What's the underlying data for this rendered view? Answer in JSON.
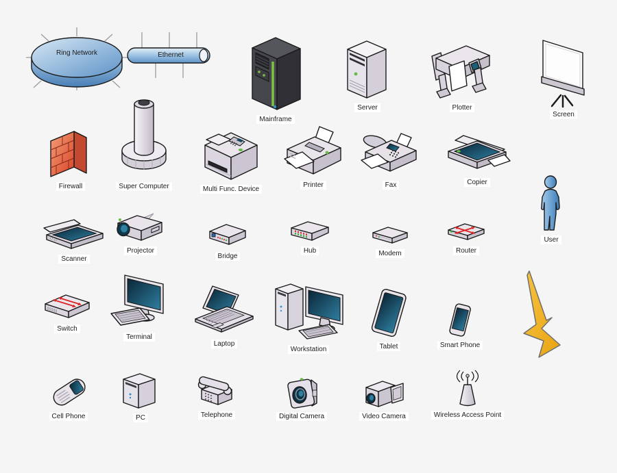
{
  "colors": {
    "background": "#f5f5f6",
    "node_blue_light": "#d6e7f4",
    "node_blue": "#5e93c8",
    "device_body_light": "#e8e4ea",
    "device_body_shade": "#c7c0cd",
    "screen_teal_dark": "#0a2637",
    "screen_teal": "#2f7fa0",
    "mainframe_gray": "#46464d",
    "indicator_green": "#66bb44",
    "mainframe_stripe_green": "#7dc242",
    "firewall_red": "#d94226",
    "arrow_red": "#dd2222",
    "lightning_gold": "#eead12",
    "user_blue": "#3c7cb8",
    "outline": "#1a1a1a",
    "label_text": "#1c1c1c",
    "label_background": "#ffffff"
  },
  "items": [
    {
      "id": "ring-network",
      "label": "Ring Network",
      "icon": "ring-network-icon"
    },
    {
      "id": "ethernet",
      "label": "Ethernet",
      "icon": "ethernet-icon"
    },
    {
      "id": "mainframe",
      "label": "Mainframe",
      "icon": "mainframe-icon"
    },
    {
      "id": "server",
      "label": "Server",
      "icon": "server-icon"
    },
    {
      "id": "plotter",
      "label": "Plotter",
      "icon": "plotter-icon"
    },
    {
      "id": "screen",
      "label": "Screen",
      "icon": "projection-screen-icon"
    },
    {
      "id": "firewall",
      "label": "Firewall",
      "icon": "firewall-icon"
    },
    {
      "id": "super-computer",
      "label": "Super Computer",
      "icon": "super-computer-icon"
    },
    {
      "id": "multi-func-device",
      "label": "Multi Func. Device",
      "icon": "multi-function-device-icon"
    },
    {
      "id": "printer",
      "label": "Printer",
      "icon": "printer-icon"
    },
    {
      "id": "fax",
      "label": "Fax",
      "icon": "fax-icon"
    },
    {
      "id": "copier",
      "label": "Copier",
      "icon": "copier-icon"
    },
    {
      "id": "user",
      "label": "User",
      "icon": "user-icon"
    },
    {
      "id": "scanner",
      "label": "Scanner",
      "icon": "scanner-icon"
    },
    {
      "id": "projector",
      "label": "Projector",
      "icon": "projector-icon"
    },
    {
      "id": "bridge",
      "label": "Bridge",
      "icon": "bridge-icon"
    },
    {
      "id": "hub",
      "label": "Hub",
      "icon": "hub-icon"
    },
    {
      "id": "modem",
      "label": "Modem",
      "icon": "modem-icon"
    },
    {
      "id": "router",
      "label": "Router",
      "icon": "router-icon"
    },
    {
      "id": "switch",
      "label": "Switch",
      "icon": "switch-icon"
    },
    {
      "id": "terminal",
      "label": "Terminal",
      "icon": "terminal-icon"
    },
    {
      "id": "laptop",
      "label": "Laptop",
      "icon": "laptop-icon"
    },
    {
      "id": "workstation",
      "label": "Workstation",
      "icon": "workstation-icon"
    },
    {
      "id": "tablet",
      "label": "Tablet",
      "icon": "tablet-icon"
    },
    {
      "id": "smart-phone",
      "label": "Smart Phone",
      "icon": "smart-phone-icon"
    },
    {
      "id": "lightning",
      "label": "",
      "icon": "lightning-bolt-icon"
    },
    {
      "id": "cell-phone",
      "label": "Cell Phone",
      "icon": "cell-phone-icon"
    },
    {
      "id": "pc",
      "label": "PC",
      "icon": "pc-icon"
    },
    {
      "id": "telephone",
      "label": "Telephone",
      "icon": "telephone-icon"
    },
    {
      "id": "digital-camera",
      "label": "Digital Camera",
      "icon": "digital-camera-icon"
    },
    {
      "id": "video-camera",
      "label": "Video Camera",
      "icon": "video-camera-icon"
    },
    {
      "id": "wireless-access-point",
      "label": "Wireless Access Point",
      "icon": "wireless-access-point-icon"
    }
  ]
}
